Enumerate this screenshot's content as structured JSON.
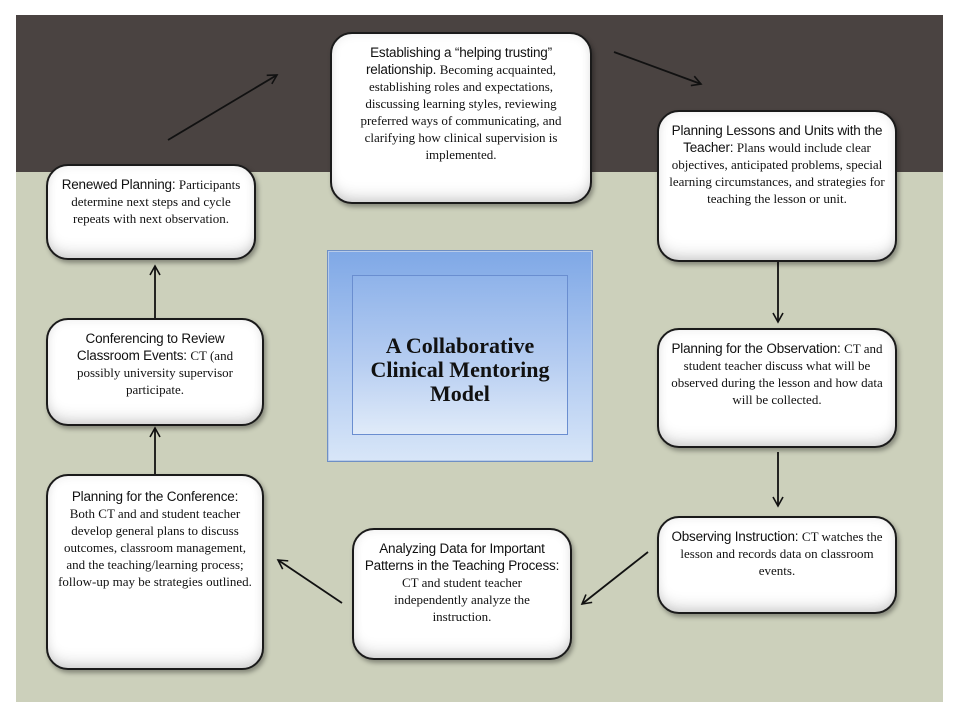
{
  "diagram": {
    "center_title": "A Collaborative Clinical Mentoring Model",
    "nodes": [
      {
        "id": "establishing",
        "head": "Establishing a “helping trusting” relationship.",
        "body": "Becoming acquainted, establishing roles and expectations, discussing learning styles, reviewing preferred ways of communicating, and clarifying how clinical supervision is implemented."
      },
      {
        "id": "planning-lessons",
        "head": "Planning Lessons and Units with the Teacher:",
        "body": "Plans would include clear objectives, anticipated problems, special learning circumstances, and strategies for teaching the lesson or unit."
      },
      {
        "id": "planning-observation",
        "head": "Planning for the Observation:",
        "body": "CT and student teacher discuss what will be observed during the lesson and how data will be collected."
      },
      {
        "id": "observing",
        "head": "Observing Instruction:",
        "body": "CT watches the lesson and records data on classroom events."
      },
      {
        "id": "analyzing",
        "head": "Analyzing Data for Important Patterns in the Teaching Process:",
        "body": "CT and student teacher independently analyze the instruction."
      },
      {
        "id": "planning-conference",
        "head": "Planning for the Conference:",
        "body": "Both CT and and student teacher develop general plans to discuss outcomes, classroom management, and the teaching/learning process; follow-up may be strategies outlined."
      },
      {
        "id": "conferencing",
        "head": "Conferencing to Review Classroom Events:",
        "body": "CT (and possibly university supervisor participate."
      },
      {
        "id": "renewed",
        "head": "Renewed Planning:",
        "body": "Participants determine next steps and cycle repeats with next observation."
      }
    ]
  },
  "colors": {
    "top_band": "#4a4341",
    "bottom_band": "#ccd0bb",
    "center_fill": "#a8c4ef",
    "arrow": "#111111"
  }
}
